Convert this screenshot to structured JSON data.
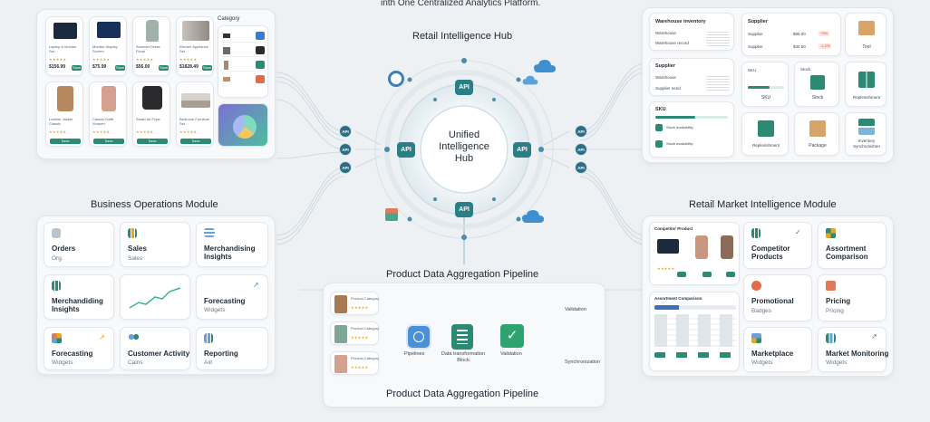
{
  "header": {
    "tagline": "inth One Centralized Analytics Platform."
  },
  "hub": {
    "title": "Retail Intelligence Hub",
    "center_line1": "Unified",
    "center_line2": "Intelligence",
    "center_line3": "Hub",
    "api_label": "API"
  },
  "product_catalog": {
    "category_label": "Category",
    "products": [
      {
        "name": "Laptop & Monitor Set",
        "price": "$156.99",
        "stars": "★★★★★"
      },
      {
        "name": "Monitor Display Screen",
        "price": "$75.99",
        "stars": "★★★★★"
      },
      {
        "name": "Summer Dress Floral",
        "price": "$56.00",
        "stars": "★★★★★"
      },
      {
        "name": "Kitchen Appliance Set",
        "price": "$1828.49",
        "stars": "★★★★★"
      },
      {
        "name": "Leather Jacket Classic",
        "price": "",
        "stars": "★★★★★"
      },
      {
        "name": "Casual Outfit Women",
        "price": "",
        "stars": "★★★★★"
      },
      {
        "name": "Smart Air Fryer",
        "price": "",
        "stars": "★★★★★"
      },
      {
        "name": "Bedroom Furniture Set",
        "price": "",
        "stars": "★★★★★"
      }
    ],
    "button_label": "Save"
  },
  "inventory": {
    "warehouse_inventory_title": "Warehouse inventory",
    "warehouse_label": "Warehouse",
    "warehouse_record_label": "Warehouse record",
    "supplier_label": "Supplier",
    "supplier_name_label": "Supplier nend",
    "sku_label": "SKU",
    "stock_label": "Stock",
    "stock_availability": "Stock availability",
    "supplier_prices": [
      {
        "label": "Supplier",
        "price": "$86.00",
        "badge": "+9%"
      },
      {
        "label": "Supplier",
        "price": "$30.50",
        "badge": "-1.2%"
      }
    ],
    "tiles": {
      "tool": "Tool",
      "sku": "SKU",
      "stock": "Stock",
      "replenishment": "Replenishment",
      "replenishment2": "Replenishment",
      "package": "Package",
      "inventory_sync": "Inventory Synchronishen"
    }
  },
  "business_ops": {
    "title": "Business Operations Module",
    "cards": [
      {
        "title": "Orders",
        "sub": "Org."
      },
      {
        "title": "Sales",
        "sub": "Sales"
      },
      {
        "title": "Merchandising Insights",
        "sub": ""
      },
      {
        "title": "Merchandiding Insights",
        "sub": ""
      },
      {
        "title": "",
        "sub": ""
      },
      {
        "title": "Forecasting",
        "sub": "Widgets"
      },
      {
        "title": "Forecasting",
        "sub": "Widgets"
      },
      {
        "title": "Customer Activity",
        "sub": "Cains"
      },
      {
        "title": "Reporting",
        "sub": "Aiit"
      }
    ]
  },
  "market_module": {
    "title": "Retail Market Intelligence Module",
    "competitor_product_label": "Competitor Product",
    "assortment_comparison_label": "Assortment Comparison",
    "cards": [
      {
        "title": "Competitor Products",
        "sub": ""
      },
      {
        "title": "Assortment Comparison",
        "sub": ""
      },
      {
        "title": "Promotional",
        "sub": "Badges"
      },
      {
        "title": "Pricing",
        "sub": "Pricing"
      },
      {
        "title": "Marketplace",
        "sub": "Widgets"
      },
      {
        "title": "Market Monitoring",
        "sub": "Widgets"
      }
    ]
  },
  "pipeline": {
    "title_top": "Product Data Aggregation Pipeline",
    "title_bottom": "Product Data Aggregation Pipeline",
    "steps": [
      {
        "label": "Pipelines"
      },
      {
        "label": "Data transformation Block"
      },
      {
        "label": "Validation"
      }
    ],
    "outputs": {
      "first": "Validation",
      "last": "Synchronization"
    },
    "product_rows": [
      {
        "name": "Product Category"
      },
      {
        "name": "Product Category"
      },
      {
        "name": "Product Category"
      }
    ]
  },
  "colors": {
    "accent": "#2a8a73",
    "hub_blue": "#2d6e86",
    "background": "#eef1f4"
  }
}
